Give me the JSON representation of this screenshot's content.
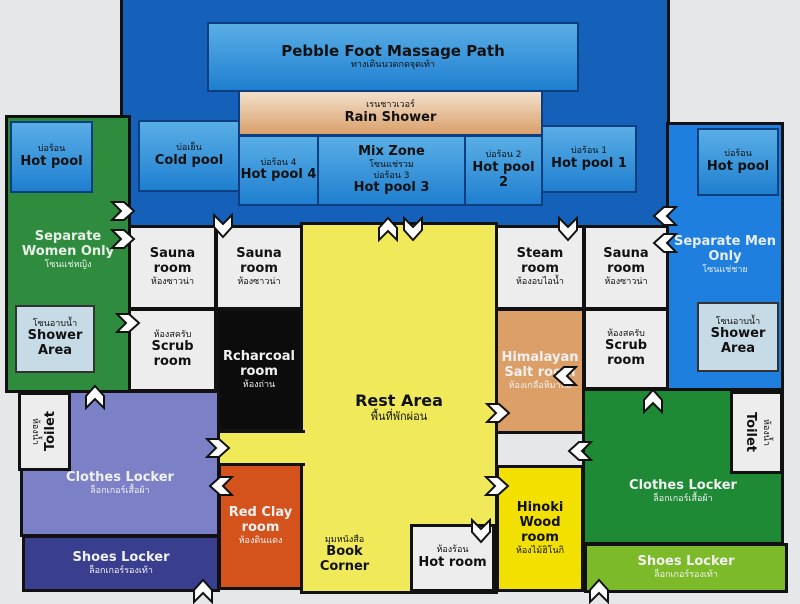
{
  "colors": {
    "blue_zone": "#1560b8",
    "men_zone": "#1f7fde",
    "women_zone": "#2f8c3f",
    "rest": "#f0ea5a",
    "purple": "#7c80c6",
    "navy": "#3a3e8e",
    "red_clay": "#d4531c",
    "hinoki": "#f2e100",
    "green_locker": "#1e8a36",
    "shoes_green": "#7dba2a",
    "salt": "#dc9f68"
  },
  "rooms": {
    "pebble": {
      "en": "Pebble Foot Massage Path",
      "th": "ทางเดินนวดกดจุดเท้า"
    },
    "rain": {
      "th": "เรนชาวเวอร์",
      "en": "Rain Shower"
    },
    "cold": {
      "th": "บ่อเย็น",
      "en": "Cold pool"
    },
    "hot4": {
      "th": "บ่อร้อน 4",
      "en": "Hot pool 4"
    },
    "mix": {
      "en": "Mix Zone",
      "th": "โซนแช่รวม",
      "th2": "บ่อร้อน 3",
      "en2": "Hot pool 3"
    },
    "hot2": {
      "th": "บ่อร้อน 2",
      "en": "Hot pool 2"
    },
    "hot1": {
      "th": "บ่อร้อน 1",
      "en": "Hot pool 1"
    },
    "women": {
      "en": "Separate Women Only",
      "th": "โซนแช่หญิง"
    },
    "women_hot": {
      "th": "บ่อร้อน",
      "en": "Hot pool"
    },
    "women_shower": {
      "th": "โซนอาบน้ำ",
      "en": "Shower Area"
    },
    "men": {
      "en": "Separate Men Only",
      "th": "โซนแช่ชาย"
    },
    "men_hot": {
      "th": "บ่อร้อน",
      "en": "Hot pool"
    },
    "men_shower": {
      "th": "โซนอาบน้ำ",
      "en": "Shower Area"
    },
    "sauna_l1": {
      "en": "Sauna room",
      "th": "ห้องซาวน่า"
    },
    "sauna_l2": {
      "en": "Sauna room",
      "th": "ห้องซาวน่า"
    },
    "steam": {
      "en": "Steam room",
      "th": "ห้องอบไอน้ำ"
    },
    "sauna_r": {
      "en": "Sauna room",
      "th": "ห้องซาวน่า"
    },
    "scrub_l": {
      "th": "ห้องสครับ",
      "en": "Scrub room"
    },
    "scrub_r": {
      "th": "ห้องสครับ",
      "en": "Scrub room"
    },
    "charcoal": {
      "en": "Rcharcoal room",
      "th": "ห้องถ่าน"
    },
    "salt": {
      "en": "Himalayan Salt room",
      "th": "ห้องเกลือหิมาลัย"
    },
    "rest": {
      "en": "Rest Area",
      "th": "พื้นที่พักผ่อน"
    },
    "toilet_l": {
      "en": "Toilet",
      "th": "ห้องน้ำ"
    },
    "toilet_r": {
      "en": "Toilet",
      "th": "ห้องน้ำ"
    },
    "clothes_l": {
      "en": "Clothes Locker",
      "th": "ล็อกเกอร์เสื้อผ้า"
    },
    "clothes_r": {
      "en": "Clothes Locker",
      "th": "ล็อกเกอร์เสื้อผ้า"
    },
    "shoes_l": {
      "en": "Shoes Locker",
      "th": "ล็อกเกอร์รองเท้า"
    },
    "shoes_r": {
      "en": "Shoes Locker",
      "th": "ล็อกเกอร์รองเท้า"
    },
    "clay": {
      "en": "Red Clay room",
      "th": "ห้องดินแดง"
    },
    "book": {
      "th": "มุมหนังสือ",
      "en": "Book Corner"
    },
    "hotroom": {
      "th": "ห้องร้อน",
      "en": "Hot room"
    },
    "hinoki": {
      "en": "Hinoki Wood room",
      "th": "ห้องไม้ฮิโนกิ"
    }
  }
}
